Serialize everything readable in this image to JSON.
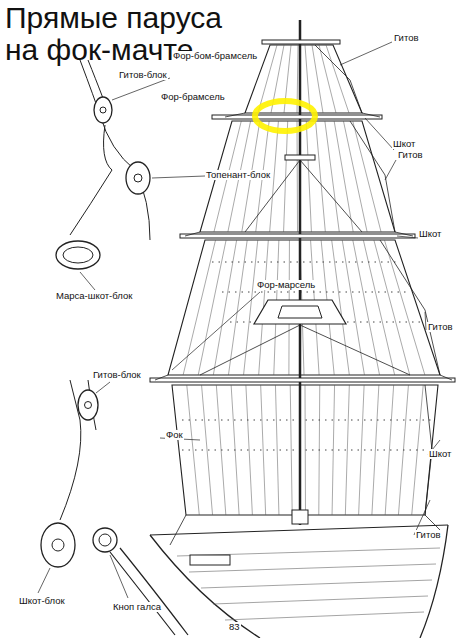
{
  "diagram": {
    "title": "Прямые паруса на фок-мачте",
    "labels": [
      "Гитов",
      "Фор-бом-брамсель",
      "Шкот",
      "Гитов-блок",
      "Фор-брамсель",
      "Гитов",
      "Топенант-блок",
      "Шкот",
      "Марса-шкот-блок",
      "Фор-марсель",
      "Гитов",
      "Гитов-блок",
      "Фок",
      "Шкот",
      "Шкот-блок",
      "Кноп галса",
      "Гитов",
      "83"
    ]
  }
}
